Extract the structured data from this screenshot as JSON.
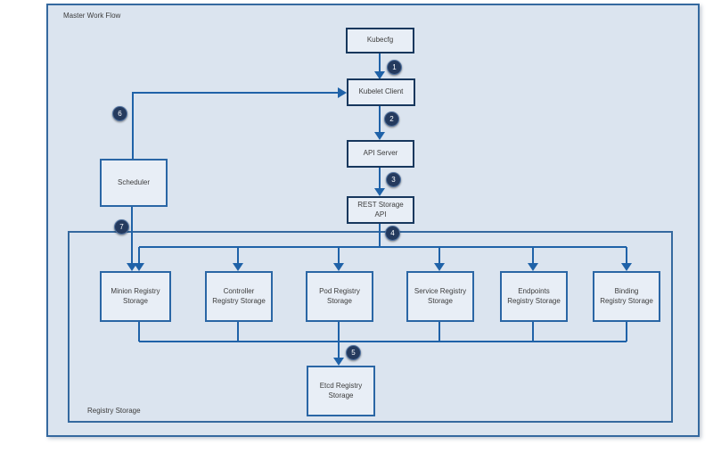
{
  "diagram": {
    "title": "Master Work Flow",
    "registry_group_label": "Registry Storage",
    "nodes": {
      "kubecfg": {
        "lines": [
          "Kubecfg"
        ]
      },
      "kubelet_client": {
        "lines": [
          "Kubelet Client"
        ]
      },
      "api_server": {
        "lines": [
          "API Server"
        ]
      },
      "rest_storage_api": {
        "lines": [
          "REST Storage",
          "API"
        ]
      },
      "scheduler": {
        "lines": [
          "Scheduler"
        ]
      },
      "minion_registry": {
        "lines": [
          "Minion Registry",
          "Storage"
        ]
      },
      "controller_registry": {
        "lines": [
          "Controller",
          "Registry Storage"
        ]
      },
      "pod_registry": {
        "lines": [
          "Pod Registry",
          "Storage"
        ]
      },
      "service_registry": {
        "lines": [
          "Service Registry",
          "Storage"
        ]
      },
      "endpoints_registry": {
        "lines": [
          "Endpoints",
          "Registry Storage"
        ]
      },
      "binding_registry": {
        "lines": [
          "Binding",
          "Registry Storage"
        ]
      },
      "etcd_registry": {
        "lines": [
          "Etcd Registry",
          "Storage"
        ]
      }
    },
    "steps": [
      "1",
      "2",
      "3",
      "4",
      "5",
      "6",
      "7"
    ],
    "colors": {
      "container_fill": "#dbe4ef",
      "container_border": "#35699f",
      "node_fill": "#e8eef6",
      "node_border_primary": "#17375d",
      "node_border_secondary": "#2a66a5",
      "connector": "#1f62a8",
      "badge_fill": "#243a5e",
      "badge_ring": "#5273a0",
      "badge_text": "#ffffff",
      "label_text": "#3c3c3c"
    }
  }
}
